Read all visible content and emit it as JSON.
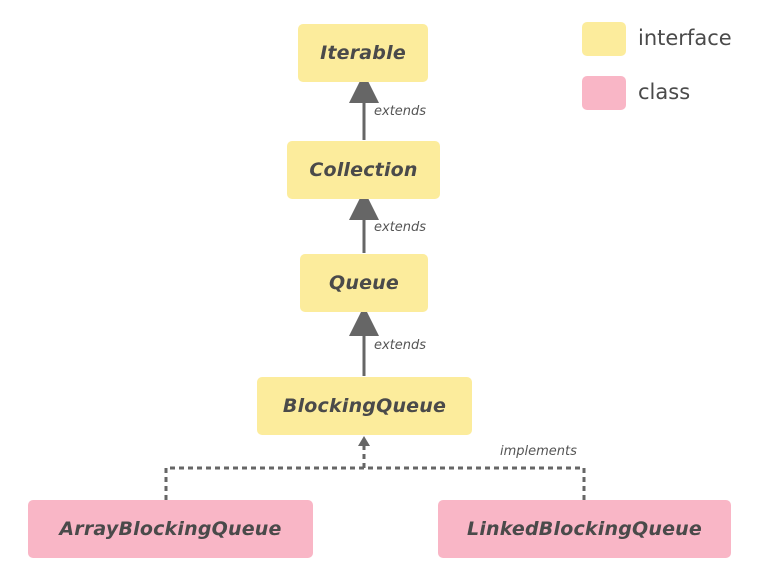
{
  "nodes": {
    "iterable": "Iterable",
    "collection": "Collection",
    "queue": "Queue",
    "blocking_queue": "BlockingQueue",
    "array_blocking_queue": "ArrayBlockingQueue",
    "linked_blocking_queue": "LinkedBlockingQueue"
  },
  "edges": {
    "collection_to_iterable": "extends",
    "queue_to_collection": "extends",
    "blocking_to_queue": "extends",
    "implementations_to_blocking": "implements"
  },
  "legend": {
    "interface_label": "interface",
    "class_label": "class"
  },
  "colors": {
    "interface": "#fcec9c",
    "class": "#f9b6c6",
    "arrow": "#666666"
  }
}
